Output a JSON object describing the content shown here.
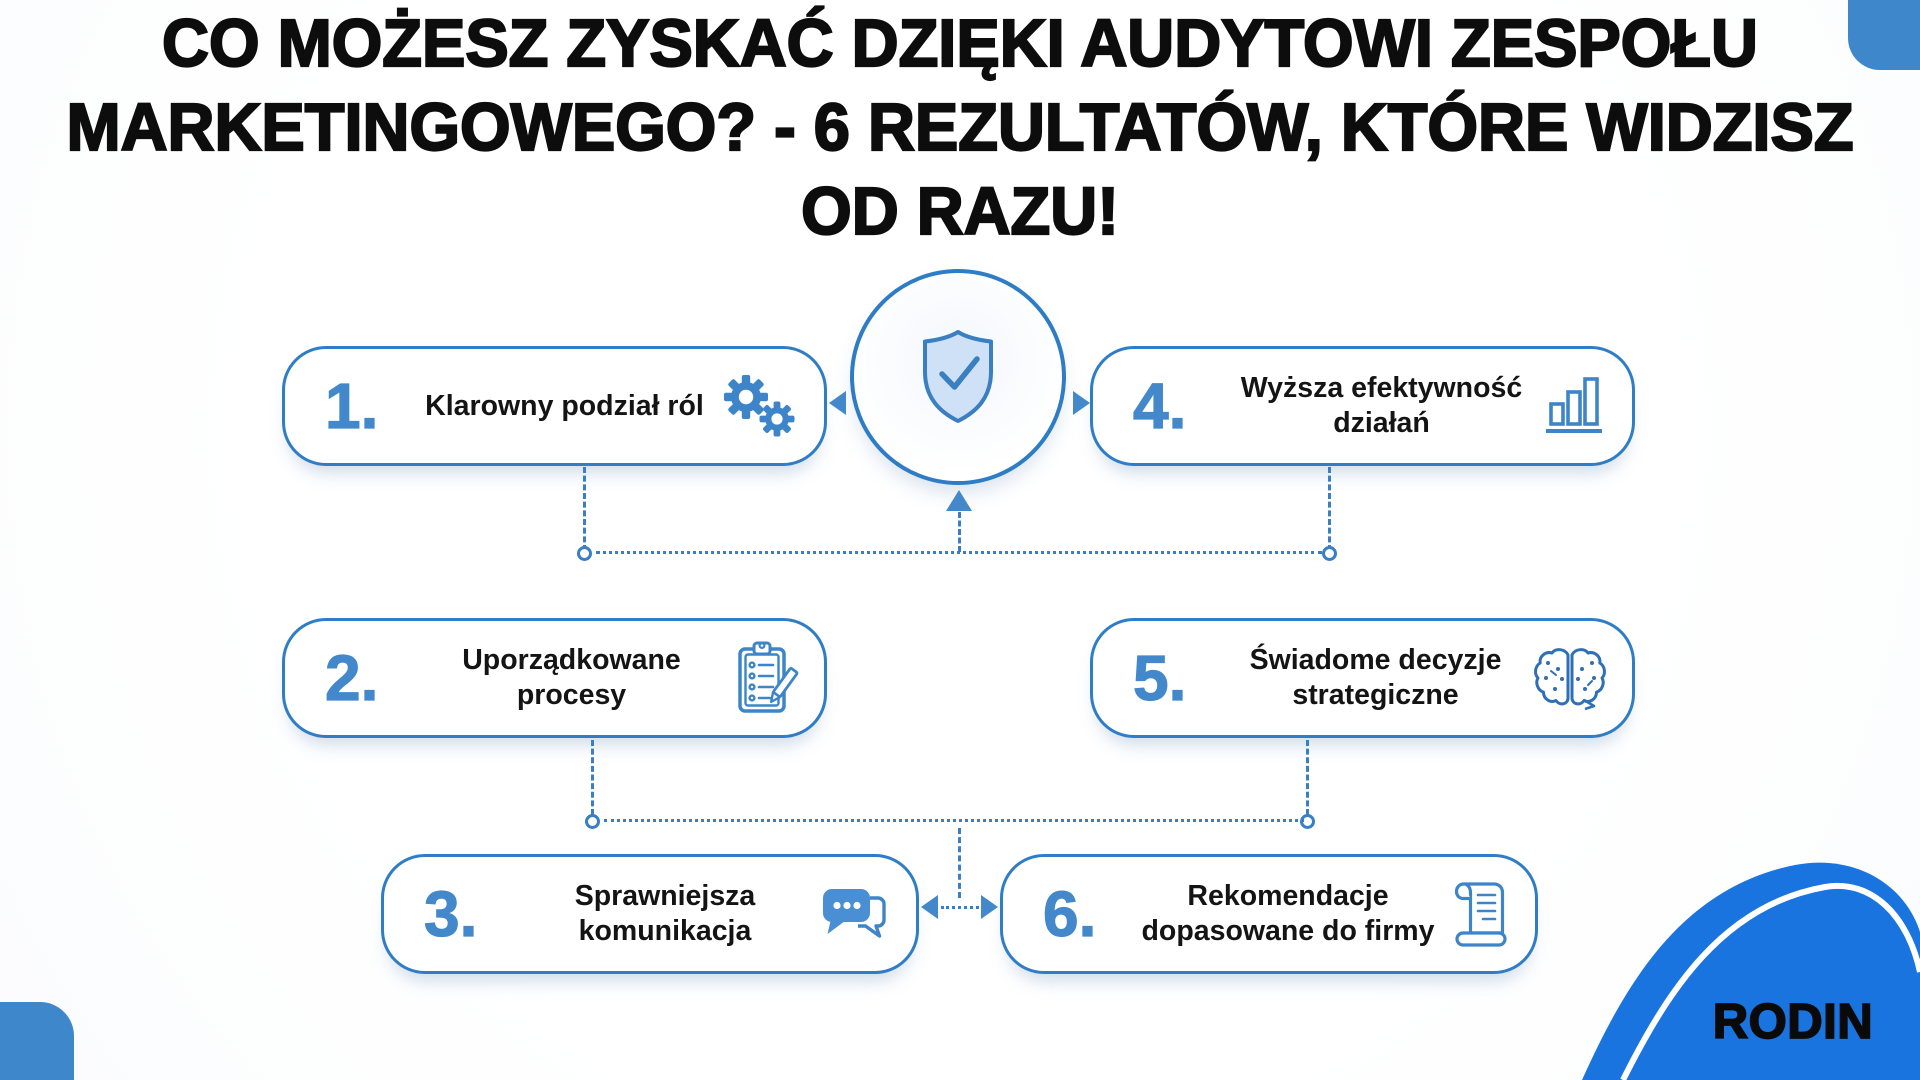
{
  "title": {
    "line1": "CO MOŻESZ ZYSKAĆ DZIĘKI AUDYTOWI ZESPOŁU",
    "line2": "MARKETINGOWEGO? - 6 REZULTATÓW, KTÓRE WIDZISZ",
    "line3": "OD RAZU!"
  },
  "boxes": [
    {
      "number": "1.",
      "label": "Klarowny podział ról",
      "icon": "gears-icon"
    },
    {
      "number": "2.",
      "label": "Uporządkowane procesy",
      "icon": "checklist-clipboard-icon"
    },
    {
      "number": "3.",
      "label": "Sprawniejsza komunikacja",
      "icon": "chat-bubbles-icon"
    },
    {
      "number": "4.",
      "label": "Wyższa efektywność działań",
      "icon": "bar-chart-icon"
    },
    {
      "number": "5.",
      "label": "Świadome decyzje strategiczne",
      "icon": "brain-icon"
    },
    {
      "number": "6.",
      "label": "Rekomendacje dopasowane do firmy",
      "icon": "scroll-document-icon"
    }
  ],
  "center_badge": {
    "icon": "shield-check-icon"
  },
  "brand": {
    "name": "RODIN"
  },
  "colors": {
    "accent_blue": "#2f7dc6",
    "number_blue": "#4288ca",
    "icon_blue": "#3d85c8",
    "wave_blue": "#1a74e0",
    "corner_blue": "#3d87ca",
    "text_black": "#0d0d0d"
  }
}
